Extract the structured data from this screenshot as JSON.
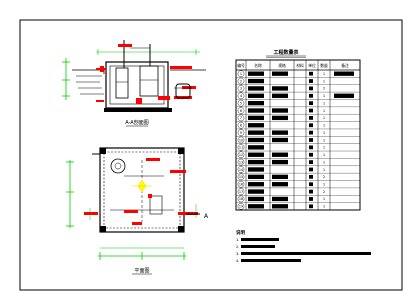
{
  "drawing": {
    "section_title": "A-A剖面图",
    "plan_title": "平面图",
    "section_marker": "A",
    "table_title": "工程数量表",
    "table_headers": [
      "编号",
      "名称",
      "规格",
      "材料",
      "单位",
      "数量",
      "备注"
    ],
    "table_rows": [
      {
        "no": "1",
        "qty": "1"
      },
      {
        "no": "2",
        "qty": "1"
      },
      {
        "no": "3",
        "qty": "2"
      },
      {
        "no": "4",
        "qty": "1"
      },
      {
        "no": "5",
        "qty": "1"
      },
      {
        "no": "6",
        "qty": "1"
      },
      {
        "no": "7",
        "qty": "1"
      },
      {
        "no": "8",
        "qty": "1"
      },
      {
        "no": "9",
        "qty": "1"
      },
      {
        "no": "10",
        "qty": "1"
      },
      {
        "no": "11",
        "qty": "1"
      },
      {
        "no": "12",
        "qty": "1"
      },
      {
        "no": "13",
        "qty": "1"
      },
      {
        "no": "14",
        "qty": "1"
      },
      {
        "no": "15",
        "qty": "2"
      },
      {
        "no": "16",
        "qty": "1"
      },
      {
        "no": "17",
        "qty": "2"
      },
      {
        "no": "18",
        "qty": "1"
      },
      {
        "no": "19",
        "qty": "1"
      }
    ],
    "notes_title": "说明",
    "notes": [
      "1.",
      "2.",
      "3.",
      "4."
    ],
    "colors": {
      "line": "#000000",
      "accent": "#e00000",
      "dim": "#00cc00",
      "pipe": "#ff0000",
      "highlight": "#ffff00"
    }
  }
}
